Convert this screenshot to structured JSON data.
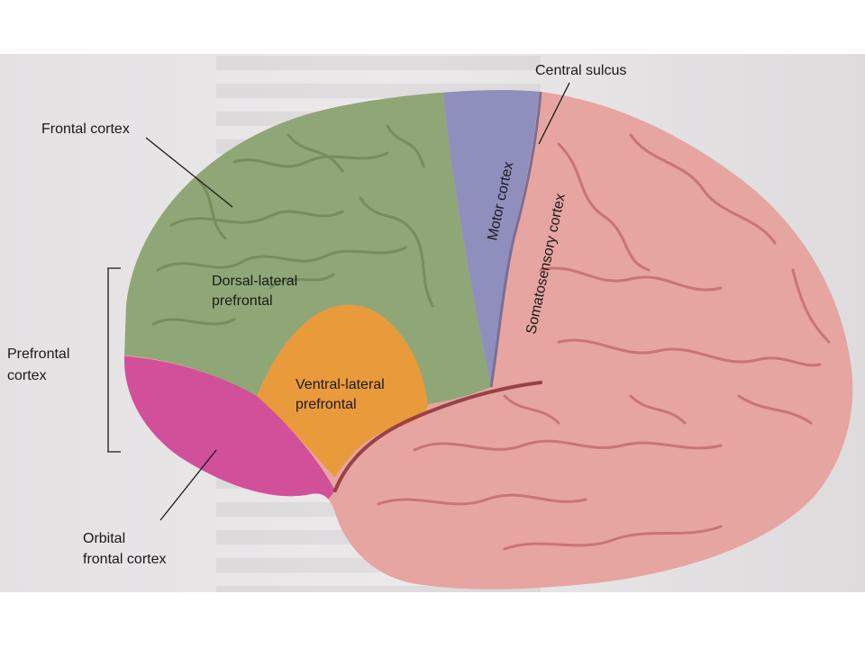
{
  "labels": {
    "frontal_cortex": "Frontal cortex",
    "central_sulcus": "Central sulcus",
    "motor_cortex": "Motor cortex",
    "somatosensory_cortex": "Somatosensory cortex",
    "dorsal_lateral_line1": "Dorsal-lateral",
    "dorsal_lateral_line2": "prefrontal",
    "ventral_lateral_line1": "Ventral-lateral",
    "ventral_lateral_line2": "prefrontal",
    "prefrontal_line1": "Prefrontal",
    "prefrontal_line2": "cortex",
    "orbital_line1": "Orbital",
    "orbital_line2": "frontal cortex"
  },
  "colors": {
    "frontal": "#8fa776",
    "motor": "#8f8fbd",
    "parietal": "#e6a5a0",
    "ventral": "#e99a3a",
    "orbital": "#d24f9a",
    "sulcus": "#b34d55"
  }
}
